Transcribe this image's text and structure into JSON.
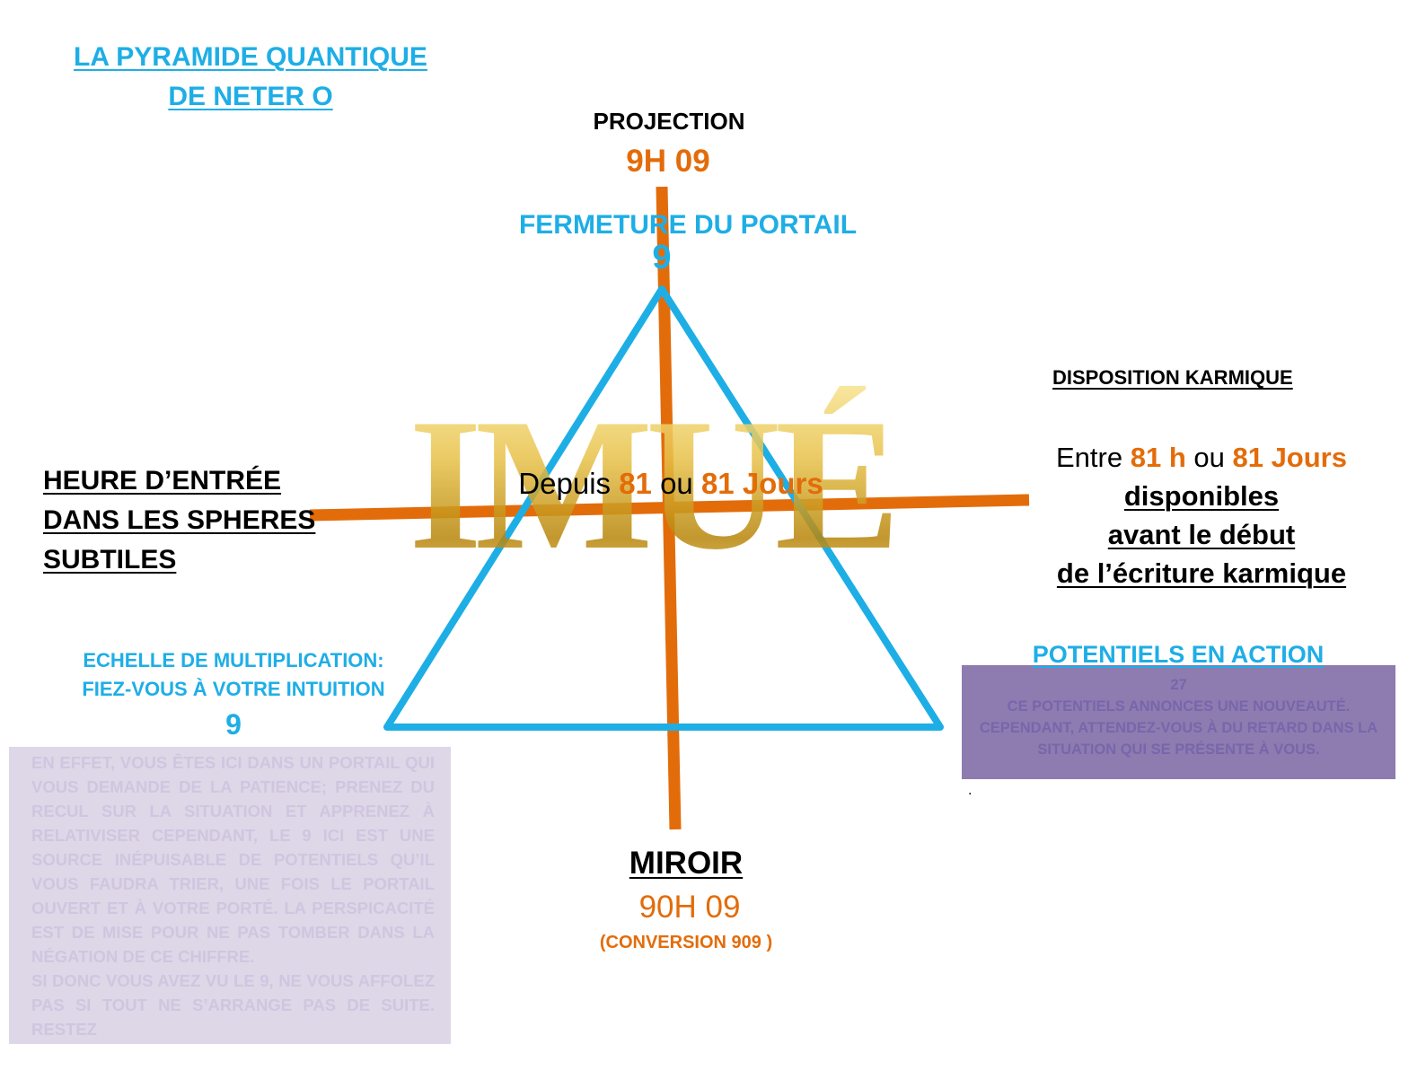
{
  "title": {
    "line1": "LA PYRAMIDE QUANTIQUE",
    "line2": "DE NETER O"
  },
  "top": {
    "label": "PROJECTION",
    "time": "9H 09",
    "portal": "FERMETURE DU PORTAIL",
    "number": "9"
  },
  "center": {
    "prefix": "Depuis ",
    "val1": "81",
    "mid": " ou ",
    "val2": "81 Jours"
  },
  "logo": {
    "text": "IMUÉ"
  },
  "left": {
    "line1": "HEURE D’ENTRÉE",
    "line2": "DANS LES SPHERES",
    "line3": "SUBTILES"
  },
  "right": {
    "heading": "DISPOSITION KARMIQUE",
    "entre": "Entre ",
    "val1": "81 h",
    "ou": " ou ",
    "val2": "81 Jours",
    "line2": "disponibles",
    "line3": "avant le début",
    "line4": "de l’écriture karmique"
  },
  "scale": {
    "line1": "ECHELLE DE MULTIPLICATION:",
    "line2": "FIEZ-VOUS À VOTRE INTUITION",
    "number": "9"
  },
  "left_box": {
    "para1": "EN EFFET, VOUS ÊTES ICI DANS UN PORTAIL QUI VOUS DEMANDE DE LA PATIENCE; PRENEZ DU RECUL SUR LA SITUATION ET APPRENEZ À RELATIVISER CEPENDANT, LE 9 ICI EST UNE SOURCE INÉPUISABLE DE POTENTIELS QU’IL VOUS FAUDRA TRIER, UNE FOIS LE PORTAIL OUVERT ET À VOTRE PORTÉ. LA PERSPICACITÉ EST DE MISE POUR NE PAS TOMBER DANS LA NÉGATION DE CE CHIFFRE.",
    "para2": "SI DONC VOUS AVEZ VU LE 9, NE VOUS AFFOLEZ PAS SI TOUT NE S’ARRANGE PAS DE SUITE. RESTEZ"
  },
  "potentials": {
    "heading": "POTENTIELS EN ACTION",
    "number": "27",
    "line1": "CE POTENTIELS ANNONCES UNE NOUVEAUTÉ.",
    "line2": "CEPENDANT,  ATTENDEZ-VOUS À DU RETARD DANS LA",
    "line3": "SITUATION QUI SE PRÉSENTE À VOUS.",
    "dot": "."
  },
  "bottom": {
    "label": "MIROIR",
    "time": "90H 09",
    "conversion": "(CONVERSION 909 )"
  },
  "colors": {
    "cyan": "#1eaee6",
    "orange": "#e36c0a",
    "purple": "#8e7bb0",
    "lavender": "#ded7e8"
  }
}
